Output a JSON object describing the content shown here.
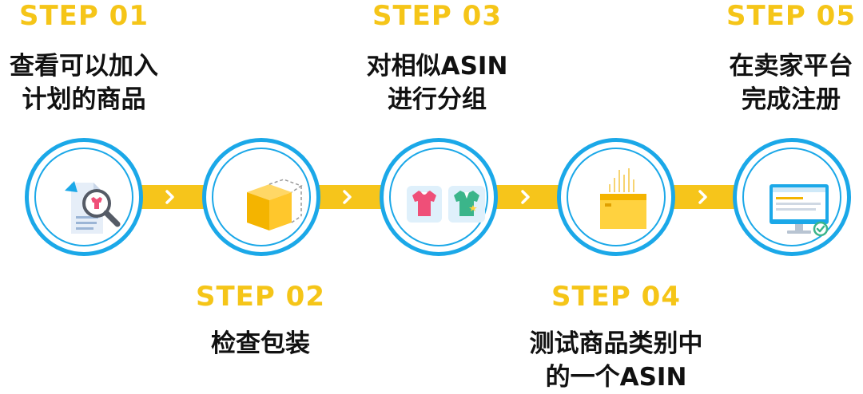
{
  "colors": {
    "accent_yellow": "#f6c51b",
    "label_yellow": "#f5c518",
    "circle_blue": "#1ba8e8",
    "text": "#111111"
  },
  "steps": [
    {
      "label": "STEP 01",
      "title_lines": [
        "查看可以加入",
        "计划的商品"
      ],
      "icon": "magnifier-document-shirt-icon"
    },
    {
      "label": "STEP 02",
      "title_lines": [
        "检查包装"
      ],
      "icon": "box-icon"
    },
    {
      "label": "STEP 03",
      "title_lines": [
        "对相似ASIN",
        "进行分组"
      ],
      "icon": "shirts-group-icon"
    },
    {
      "label": "STEP 04",
      "title_lines": [
        "测试商品类别中",
        "的一个ASIN"
      ],
      "icon": "glowing-box-icon"
    },
    {
      "label": "STEP 05",
      "title_lines": [
        "在卖家平台",
        "完成注册"
      ],
      "icon": "monitor-check-icon"
    }
  ]
}
